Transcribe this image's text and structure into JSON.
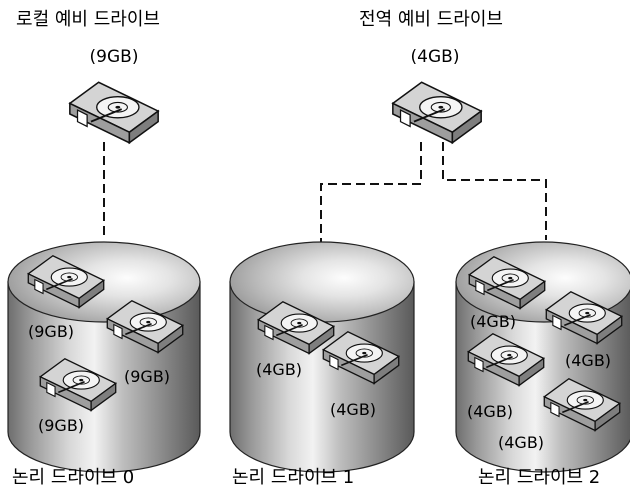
{
  "spares": {
    "local": {
      "title": "로컬 예비 드라이브",
      "capacity": "(9GB)"
    },
    "global": {
      "title": "전역 예비 드라이브",
      "capacity": "(4GB)"
    }
  },
  "logical_drives": [
    {
      "label": "논리 드라이브 0",
      "disks": [
        "(9GB)",
        "(9GB)",
        "(9GB)"
      ]
    },
    {
      "label": "논리 드라이브 1",
      "disks": [
        "(4GB)",
        "(4GB)"
      ]
    },
    {
      "label": "논리 드라이브 2",
      "disks": [
        "(4GB)",
        "(4GB)",
        "(4GB)",
        "(4GB)"
      ]
    }
  ],
  "icons": {
    "disk": "hard-disk-icon",
    "array": "cylinder-array-icon"
  }
}
